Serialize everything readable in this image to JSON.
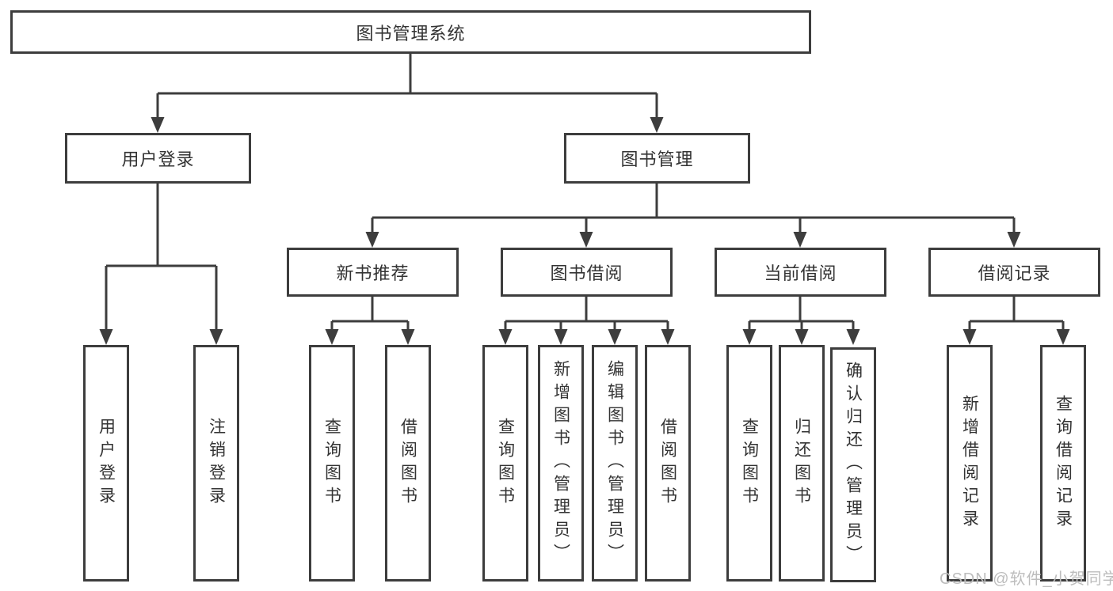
{
  "diagram": {
    "title": "图书管理系统",
    "level2": {
      "user_login": "用户登录",
      "book_mgmt": "图书管理"
    },
    "level3": {
      "new_books": "新书推荐",
      "borrowing": "图书借阅",
      "current": "当前借阅",
      "records": "借阅记录"
    },
    "leaves": {
      "user_login": [
        "用户登录",
        "注销登录"
      ],
      "new_books": [
        "查询图书",
        "借阅图书"
      ],
      "borrowing": [
        "查询图书",
        "新增图书（管理员）",
        "编辑图书（管理员）",
        "借阅图书"
      ],
      "current": [
        "查询图书",
        "归还图书",
        "确认归还（管理员）"
      ],
      "records": [
        "新增借阅记录",
        "查询借阅记录"
      ]
    }
  },
  "watermark": "CSDN @软件_小贺同学",
  "colors": {
    "line": "#3d3d3d",
    "text": "#333333",
    "watermark": "#bdbdbd",
    "background": "#ffffff"
  }
}
